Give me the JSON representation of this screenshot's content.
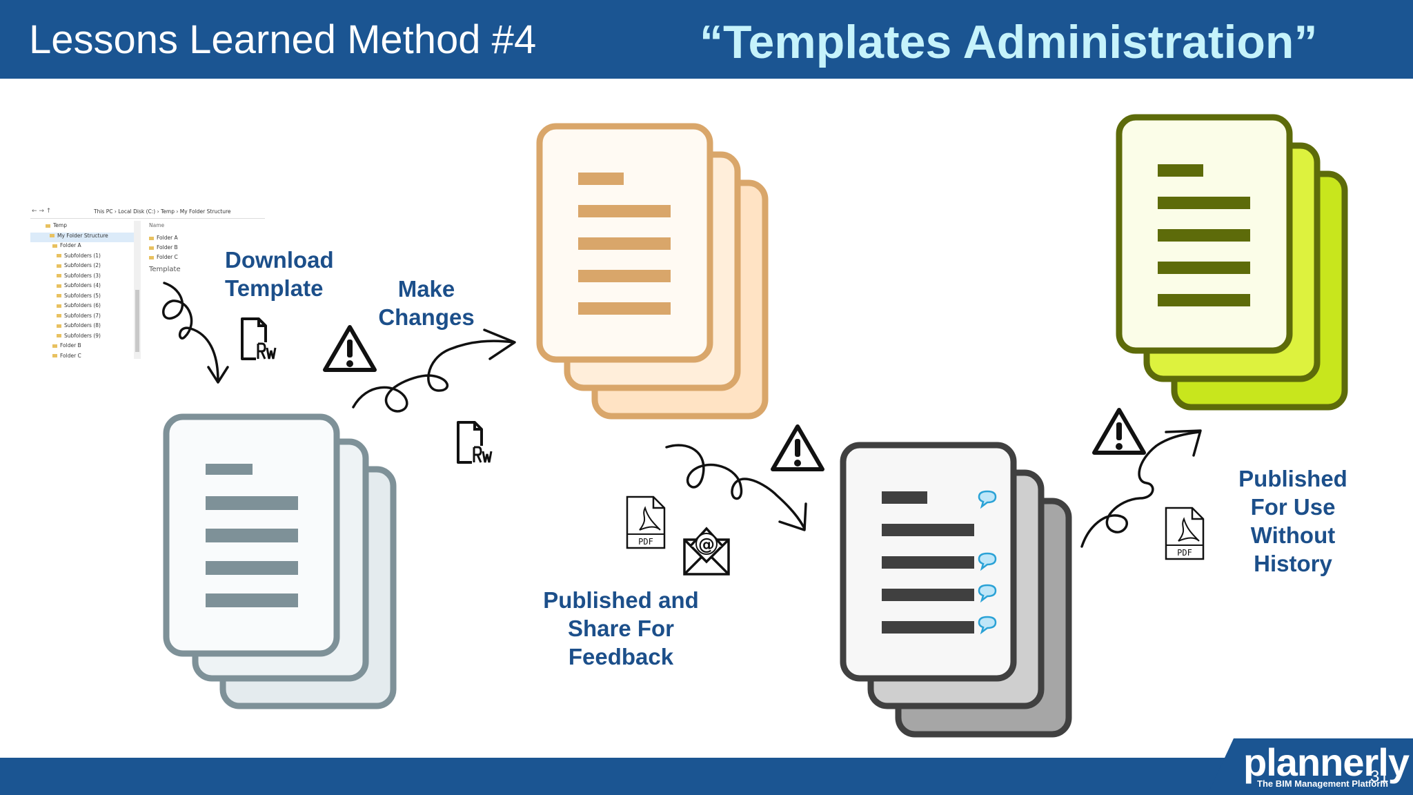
{
  "header": {
    "left_title": "Lessons Learned Method #4",
    "right_title": "“Templates Administration”"
  },
  "labels": {
    "download": [
      "Download",
      "Template"
    ],
    "changes": [
      "Make",
      "Changes"
    ],
    "feedback": [
      "Published and",
      "Share For",
      "Feedback"
    ],
    "published": [
      "Published",
      "For Use",
      "Without",
      "History"
    ]
  },
  "explorer": {
    "path": [
      "This PC",
      "Local Disk (C:)",
      "Temp",
      "My Folder Structure"
    ],
    "tree": [
      "Temp",
      "My Folder Structure",
      "Folder A",
      "Subfolders (1)",
      "Subfolders (2)",
      "Subfolders (3)",
      "Subfolders (4)",
      "Subfolders (5)",
      "Subfolders (6)",
      "Subfolders (7)",
      "Subfolders (8)",
      "Subfolders (9)",
      "Folder B",
      "Folder C"
    ],
    "column_header": "Name",
    "items": [
      "Folder A",
      "Folder B",
      "Folder C"
    ],
    "template_item": "Template"
  },
  "icons": {
    "revit_file": "revit-file-icon",
    "warning": "warning-icon",
    "pdf": "pdf-file-icon",
    "email": "email-icon",
    "comment": "comment-bubble-icon"
  },
  "colors": {
    "header_bg": "#1b5592",
    "title_accent": "#c6f3fb",
    "label_text": "#1c4f8a",
    "stack_gray": "#7e9198",
    "stack_orange": "#d9a66a",
    "stack_dark": "#404040",
    "stack_green": "#5d6b0a"
  },
  "footer": {
    "brand": "plannerly",
    "tagline": "The BIM Management Platform",
    "page_number": "31"
  }
}
